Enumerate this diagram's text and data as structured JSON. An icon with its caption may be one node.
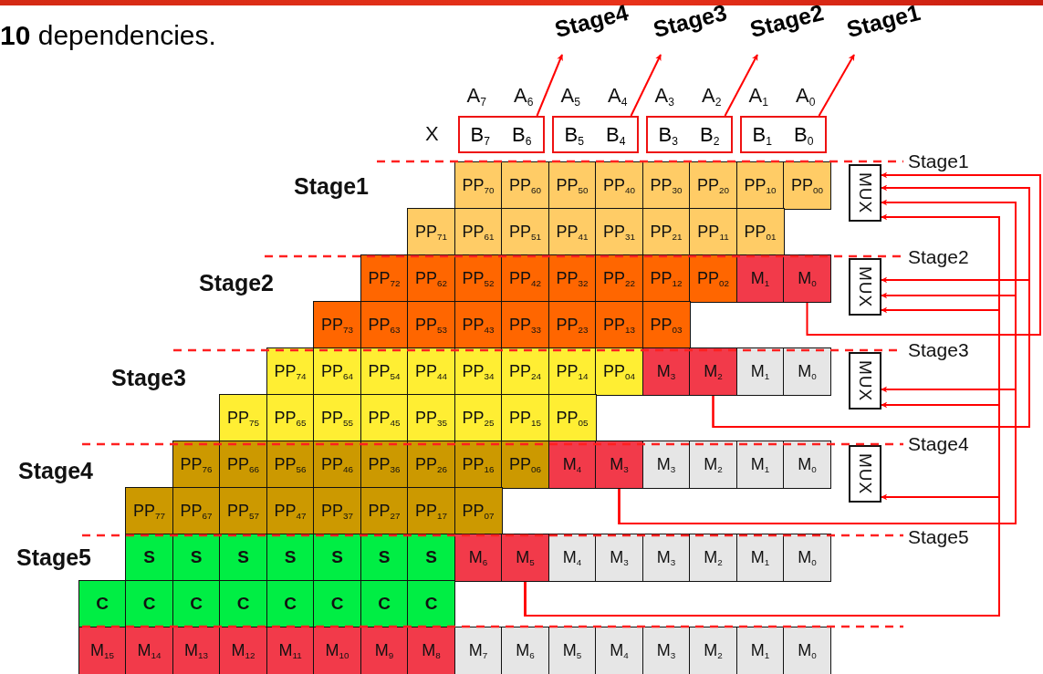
{
  "diagram": {
    "title": "**10** dependencies.",
    "nodes": [
      {
        "text": [
          "Stage4"
        ]
      },
      {
        "text": [
          "Stage3"
        ]
      },
      {
        "text": [
          "Stage2"
        ]
      },
      {
        "text": [
          "Stage1"
        ]
      },
      {
        "text": [
          "B$_{7}$",
          "B$_{6}$"
        ]
      },
      {
        "text": [
          "B$_{5}$",
          "B$_{4}$"
        ]
      },
      {
        "text": [
          "B$_{3}$",
          "B$_{2}$"
        ]
      },
      {
        "text": [
          "B$_{1}$",
          "B$_{0}$"
        ]
      },
      {
        "text": [
          "PP$_{70}$"
        ]
      },
      {
        "text": [
          "PP$_{60}$"
        ]
      },
      {
        "text": [
          "PP$_{50}$"
        ]
      },
      {
        "text": [
          "PP$_{40}$"
        ]
      },
      {
        "text": [
          "PP$_{30}$"
        ]
      },
      {
        "text": [
          "PP$_{20}$"
        ]
      },
      {
        "text": [
          "PP$_{10}$"
        ]
      },
      {
        "text": [
          "PP$_{00}$"
        ]
      },
      {
        "text": [
          "PP$_{71}$"
        ]
      },
      {
        "text": [
          "PP$_{61}$"
        ]
      },
      {
        "text": [
          "PP$_{51}$"
        ]
      },
      {
        "text": [
          "PP$_{41}$"
        ]
      },
      {
        "text": [
          "PP$_{31}$"
        ]
      },
      {
        "text": [
          "PP$_{21}$"
        ]
      },
      {
        "text": [
          "PP$_{11}$"
        ]
      },
      {
        "text": [
          "PP$_{01}$"
        ]
      },
      {
        "text": [
          "PP$_{72}$"
        ]
      },
      {
        "text": [
          "PP$_{62}$"
        ]
      },
      {
        "text": [
          "PP$_{52}$"
        ]
      },
      {
        "text": [
          "PP$_{42}$"
        ]
      },
      {
        "text": [
          "PP$_{32}$"
        ]
      },
      {
        "text": [
          "PP$_{22}$"
        ]
      },
      {
        "text": [
          "PP$_{12}$"
        ]
      },
      {
        "text": [
          "PP$_{02}$"
        ]
      },
      {
        "text": [
          "M$_{1}$"
        ]
      },
      {
        "text": [
          "M$_{0}$"
        ]
      },
      {
        "text": [
          "PP$_{73}$"
        ]
      },
      {
        "text": [
          "PP$_{63}$"
        ]
      },
      {
        "text": [
          "PP$_{53}$"
        ]
      },
      {
        "text": [
          "PP$_{43}$"
        ]
      },
      {
        "text": [
          "PP$_{33}$"
        ]
      },
      {
        "text": [
          "PP$_{23}$"
        ]
      },
      {
        "text": [
          "PP$_{13}$"
        ]
      },
      {
        "text": [
          "PP$_{03}$"
        ]
      },
      {
        "text": [
          "PP$_{74}$"
        ]
      },
      {
        "text": [
          "PP$_{64}$"
        ]
      },
      {
        "text": [
          "PP$_{54}$"
        ]
      },
      {
        "text": [
          "PP$_{44}$"
        ]
      },
      {
        "text": [
          "PP$_{34}$"
        ]
      },
      {
        "text": [
          "PP$_{24}$"
        ]
      },
      {
        "text": [
          "PP$_{14}$"
        ]
      },
      {
        "text": [
          "PP$_{04}$"
        ]
      },
      {
        "text": [
          "M$_{3}$"
        ]
      },
      {
        "text": [
          "M$_{2}$"
        ]
      },
      {
        "text": [
          "M$_{1}$"
        ]
      },
      {
        "text": [
          "M$_{0}$"
        ]
      },
      {
        "text": [
          "PP$_{75}$"
        ]
      },
      {
        "text": [
          "PP$_{65}$"
        ]
      },
      {
        "text": [
          "PP$_{55}$"
        ]
      },
      {
        "text": [
          "PP$_{45}$"
        ]
      },
      {
        "text": [
          "PP$_{35}$"
        ]
      },
      {
        "text": [
          "PP$_{25}$"
        ]
      },
      {
        "text": [
          "PP$_{15}$"
        ]
      },
      {
        "text": [
          "PP$_{05}$"
        ]
      },
      {
        "text": [
          "PP$_{76}$"
        ]
      },
      {
        "text": [
          "PP$_{66}$"
        ]
      },
      {
        "text": [
          "PP$_{56}$"
        ]
      },
      {
        "text": [
          "PP$_{46}$"
        ]
      },
      {
        "text": [
          "PP$_{36}$"
        ]
      },
      {
        "text": [
          "PP$_{26}$"
        ]
      },
      {
        "text": [
          "PP$_{16}$"
        ]
      },
      {
        "text": [
          "PP$_{06}$"
        ]
      },
      {
        "text": [
          "M$_{4}$"
        ]
      },
      {
        "text": [
          "M$_{3}$"
        ]
      },
      {
        "text": [
          "M$_{3}$"
        ]
      },
      {
        "text": [
          "M$_{2}$"
        ]
      },
      {
        "text": [
          "M$_{1}$"
        ]
      },
      {
        "text": [
          "M$_{0}$"
        ]
      },
      {
        "text": [
          "PP$_{77}$"
        ]
      },
      {
        "text": [
          "PP$_{67}$"
        ]
      },
      {
        "text": [
          "PP$_{57}$"
        ]
      },
      {
        "text": [
          "PP$_{47}$"
        ]
      },
      {
        "text": [
          "PP$_{37}$"
        ]
      },
      {
        "text": [
          "PP$_{27}$"
        ]
      },
      {
        "text": [
          "PP$_{17}$"
        ]
      },
      {
        "text": [
          "PP$_{07}$"
        ]
      },
      {
        "text": [
          "S"
        ]
      },
      {
        "text": [
          "S"
        ]
      },
      {
        "text": [
          "S"
        ]
      },
      {
        "text": [
          "S"
        ]
      },
      {
        "text": [
          "S"
        ]
      },
      {
        "text": [
          "S"
        ]
      },
      {
        "text": [
          "S"
        ]
      },
      {
        "text": [
          "M$_{6}$"
        ]
      },
      {
        "text": [
          "M$_{5}$"
        ]
      },
      {
        "text": [
          "M$_{4}$"
        ]
      },
      {
        "text": [
          "M$_{3}$"
        ]
      },
      {
        "text": [
          "M$_{3}$"
        ]
      },
      {
        "text": [
          "M$_{2}$"
        ]
      },
      {
        "text": [
          "M$_{1}$"
        ]
      },
      {
        "text": [
          "M$_{0}$"
        ]
      },
      {
        "text": [
          "C"
        ]
      },
      {
        "text": [
          "C"
        ]
      },
      {
        "text": [
          "C"
        ]
      },
      {
        "text": [
          "C"
        ]
      },
      {
        "text": [
          "C"
        ]
      },
      {
        "text": [
          "C"
        ]
      },
      {
        "text": [
          "C"
        ]
      },
      {
        "text": [
          "C"
        ]
      },
      {
        "text": [
          "M$_{15}$"
        ]
      },
      {
        "text": [
          "M$_{14}$"
        ]
      },
      {
        "text": [
          "M$_{13}$"
        ]
      },
      {
        "text": [
          "M$_{12}$"
        ]
      },
      {
        "text": [
          "M$_{11}$"
        ]
      },
      {
        "text": [
          "M$_{10}$"
        ]
      },
      {
        "text": [
          "M$_{9}$"
        ]
      },
      {
        "text": [
          "M$_{8}$"
        ]
      },
      {
        "text": [
          "M$_{7}$"
        ]
      },
      {
        "text": [
          "M$_{6}$"
        ]
      },
      {
        "text": [
          "M$_{5}$"
        ]
      },
      {
        "text": [
          "M$_{4}$"
        ]
      },
      {
        "text": [
          "M$_{3}$"
        ]
      },
      {
        "text": [
          "M$_{2}$"
        ]
      },
      {
        "text": [
          "M$_{1}$"
        ]
      },
      {
        "text": [
          "M$_{0}$"
        ]
      },
      {
        "text": [
          "MUX"
        ]
      },
      {
        "text": [
          "MUX"
        ]
      },
      {
        "text": [
          "MUX"
        ]
      },
      {
        "text": [
          "MUX"
        ]
      }
    ],
    "edges": [
      {
        "from": 4,
        "to": 0,
        "arrow": "to"
      },
      {
        "from": 5,
        "to": 1,
        "arrow": "to"
      },
      {
        "from": 6,
        "to": 2,
        "arrow": "to"
      },
      {
        "from": 7,
        "to": 3,
        "arrow": "to"
      },
      {
        "from": 33,
        "to": 123,
        "arrow": "to"
      },
      {
        "from": 51,
        "to": 123,
        "arrow": "to"
      },
      {
        "from": 51,
        "to": 124,
        "arrow": "to"
      },
      {
        "from": 71,
        "to": 123,
        "arrow": "to"
      },
      {
        "from": 71,
        "to": 124,
        "arrow": "to"
      },
      {
        "from": 71,
        "to": 125,
        "arrow": "to"
      },
      {
        "from": 92,
        "to": 123,
        "arrow": "to"
      },
      {
        "from": 92,
        "to": 124,
        "arrow": "to"
      },
      {
        "from": 92,
        "to": 125,
        "arrow": "to"
      },
      {
        "from": 92,
        "to": 126,
        "arrow": "to"
      }
    ],
    "labels": [
      "A$_{7}$",
      "A$_{6}$",
      "A$_{5}$",
      "A$_{4}$",
      "A$_{3}$",
      "A$_{2}$",
      "A$_{1}$",
      "A$_{0}$",
      "X",
      "Stage1",
      "Stage1",
      "Stage2",
      "Stage2",
      "Stage3",
      "Stage3",
      "Stage4",
      "Stage4",
      "Stage5",
      "Stage5"
    ]
  }
}
